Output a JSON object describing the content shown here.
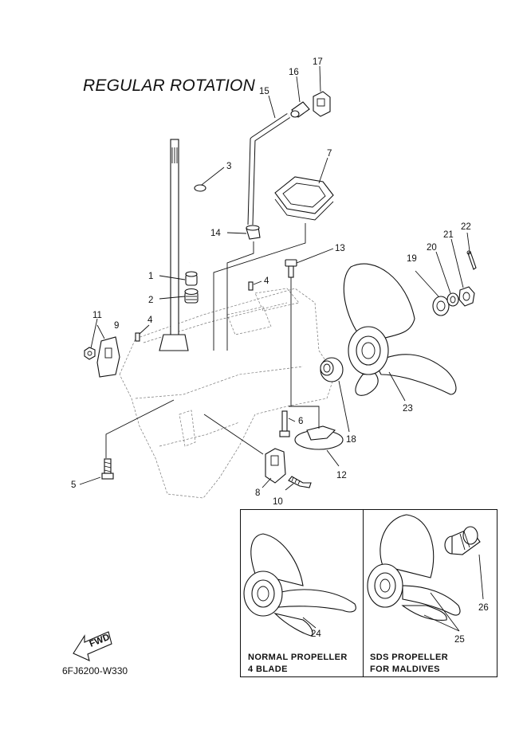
{
  "title": "REGULAR ROTATION",
  "drawing_code": "6FJ6200-W330",
  "fwd_label": "FWD",
  "inset_left": {
    "line1": "NORMAL PROPELLER",
    "line2": "4 BLADE"
  },
  "inset_right": {
    "line1": "SDS PROPELLER",
    "line2": "FOR MALDIVES"
  },
  "callouts": {
    "c1": "1",
    "c2": "2",
    "c3": "3",
    "c4a": "4",
    "c4b": "4",
    "c5": "5",
    "c6": "6",
    "c7": "7",
    "c8": "8",
    "c9": "9",
    "c10": "10",
    "c11": "11",
    "c12": "12",
    "c13": "13",
    "c14": "14",
    "c15": "15",
    "c16": "16",
    "c17": "17",
    "c18": "18",
    "c19": "19",
    "c20": "20",
    "c21": "21",
    "c22": "22",
    "c23": "23",
    "c24": "24",
    "c25": "25",
    "c26": "26"
  },
  "icons": [
    "fwd-arrow-icon"
  ]
}
